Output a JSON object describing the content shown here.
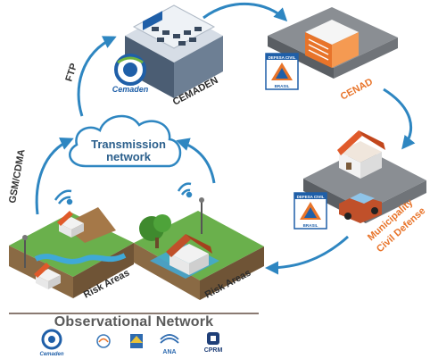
{
  "nodes": {
    "cemaden": {
      "label": "CEMADEN",
      "logo_text": "Cemaden"
    },
    "cenad": {
      "label": "CENAD",
      "badge_text_top": "DEFESA CIVIL",
      "badge_text_bottom": "BRASIL"
    },
    "municipality": {
      "label_line1": "Municipality",
      "label_line2": "Civil Defense",
      "badge_text_top": "DEFESA CIVIL",
      "badge_text_bottom": "BRASIL"
    },
    "transmission": {
      "label_line1": "Transmission",
      "label_line2": "network"
    },
    "risk_area_left": {
      "label": "Risk Areas"
    },
    "risk_area_right": {
      "label": "Risk Areas"
    }
  },
  "links": {
    "ftp": "FTP",
    "gsm": "GSM/CDMA"
  },
  "footer": {
    "title": "Observational Network",
    "logos": [
      {
        "name": "cemaden-logo",
        "text": "Cemaden"
      },
      {
        "name": "partner-logo-2",
        "text": ""
      },
      {
        "name": "partner-logo-3",
        "text": ""
      },
      {
        "name": "ana-logo",
        "text": "ANA"
      },
      {
        "name": "cprm-logo",
        "text": "CPRM"
      }
    ]
  },
  "colors": {
    "arrow": "#2e86c1",
    "accent_orange": "#e8742a",
    "cemaden_blue": "#1f5fa8",
    "grass": "#6ab04c",
    "water": "#3fa9d8"
  }
}
